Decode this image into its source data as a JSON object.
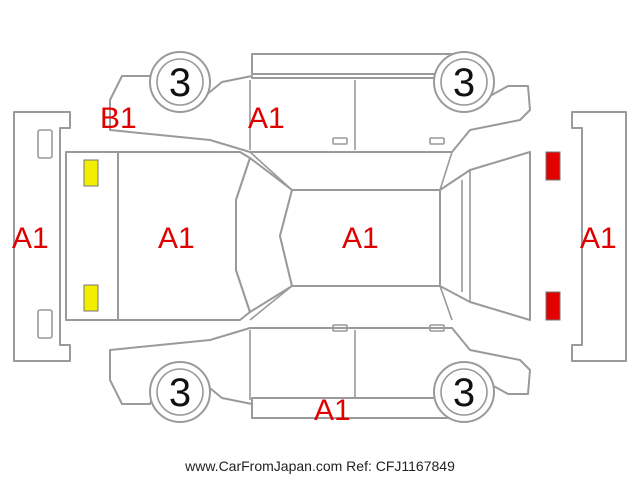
{
  "wheels": {
    "front_left": "3",
    "front_right": "3",
    "rear_left": "3",
    "rear_right": "3"
  },
  "grades": {
    "front_bumper": "A1",
    "rear_bumper": "A1",
    "hood": "A1",
    "roof": "A1",
    "left_front_fender": "B1",
    "left_front_door": "A1",
    "right_rocker": "A1"
  },
  "lamp_colors": {
    "front": "#f2ee00",
    "rear": "#e00000"
  },
  "footer": "www.CarFromJapan.com Ref: CFJ1167849"
}
